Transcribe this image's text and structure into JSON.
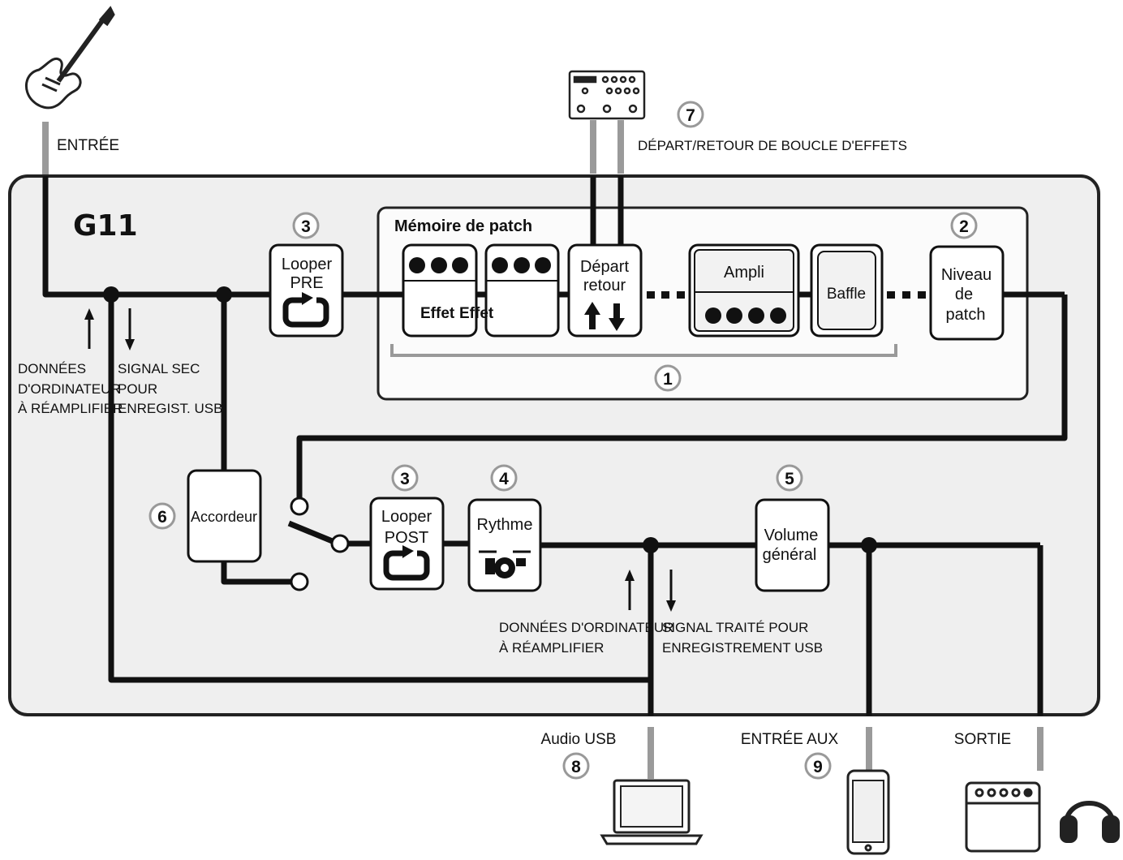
{
  "device": {
    "name": "G11"
  },
  "labels": {
    "input": "ENTRÉE",
    "fx_loop": "DÉPART/RETOUR DE BOUCLE D'EFFETS",
    "patch_memory": "Mémoire de patch",
    "pc_data_left_1": "DONNÉES",
    "pc_data_left_2": "D'ORDINATEUR",
    "pc_data_left_3": "À RÉAMPLIFIER",
    "dry_signal_1": "SIGNAL SEC",
    "dry_signal_2": "POUR",
    "dry_signal_3": "ENREGIST. USB",
    "pc_data_mid_1": "DONNÉES D'ORDINATEUR",
    "pc_data_mid_2": "À RÉAMPLIFIER",
    "processed_1": "SIGNAL TRAITÉ POUR",
    "processed_2": "ENREGISTREMENT USB",
    "audio_usb": "Audio USB",
    "aux_in": "ENTRÉE AUX",
    "output": "SORTIE"
  },
  "blocks": {
    "looper_pre_1": "Looper",
    "looper_pre_2": "PRE",
    "effect_1": "Effet",
    "effect_2": "Effet",
    "send_return_1": "Départ",
    "send_return_2": "retour",
    "amp": "Ampli",
    "cab": "Baffle",
    "patch_level_1": "Niveau",
    "patch_level_2": "de",
    "patch_level_3": "patch",
    "tuner": "Accordeur",
    "looper_post_1": "Looper",
    "looper_post_2": "POST",
    "rhythm": "Rythme",
    "master_1": "Volume",
    "master_2": "général"
  },
  "markers": {
    "m1": "1",
    "m2": "2",
    "m3a": "3",
    "m3b": "3",
    "m4": "4",
    "m5": "5",
    "m6": "6",
    "m7": "7",
    "m8": "8",
    "m9": "9"
  }
}
